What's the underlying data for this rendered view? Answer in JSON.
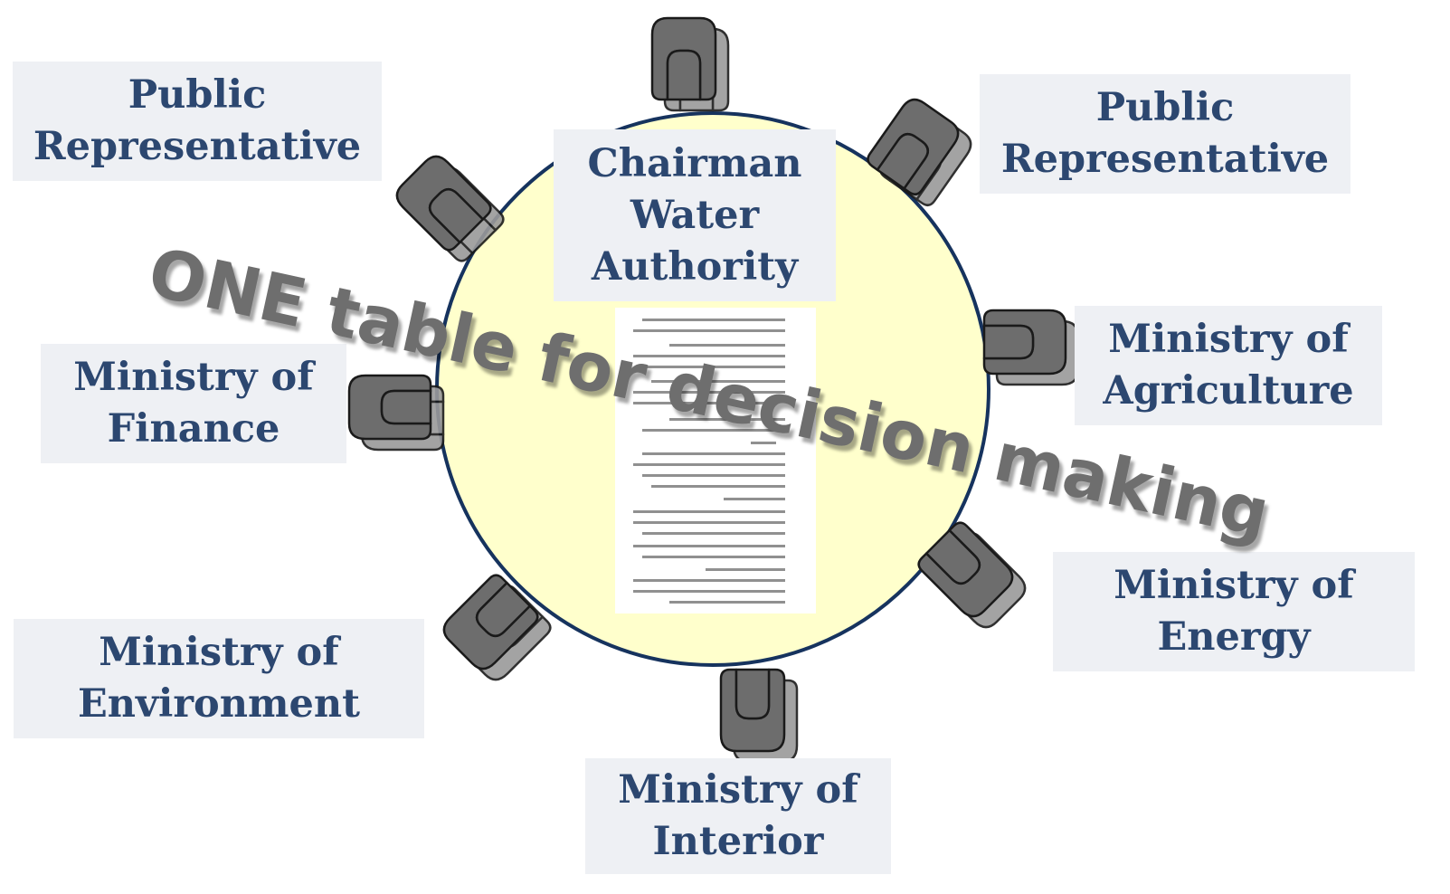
{
  "banner": "ONE table for decision making",
  "colors": {
    "table_fill": "#ffffcc",
    "table_stroke": "#16335e",
    "label_bg": "#eef0f4",
    "label_text": "#2c4770",
    "chair_fill": "#6d6d6d",
    "chair_shadow": "#9a9a9a",
    "banner_text": "#6e6e6e"
  },
  "center": {
    "lines": [
      "Chairman",
      "Water",
      "Authority"
    ]
  },
  "seats": [
    {
      "id": "public-rep-left",
      "lines": [
        "Public",
        "Representative"
      ]
    },
    {
      "id": "public-rep-right",
      "lines": [
        "Public",
        "Representative"
      ]
    },
    {
      "id": "finance",
      "lines": [
        "Ministry of",
        "Finance"
      ]
    },
    {
      "id": "agriculture",
      "lines": [
        "Ministry of",
        "Agriculture"
      ]
    },
    {
      "id": "environment",
      "lines": [
        "Ministry of",
        "Environment"
      ]
    },
    {
      "id": "energy",
      "lines": [
        "Ministry of",
        "Energy"
      ]
    },
    {
      "id": "interior",
      "lines": [
        "Ministry of",
        "Interior"
      ]
    }
  ],
  "chair_icon": "armchair-icon",
  "document_icon": "document-icon"
}
